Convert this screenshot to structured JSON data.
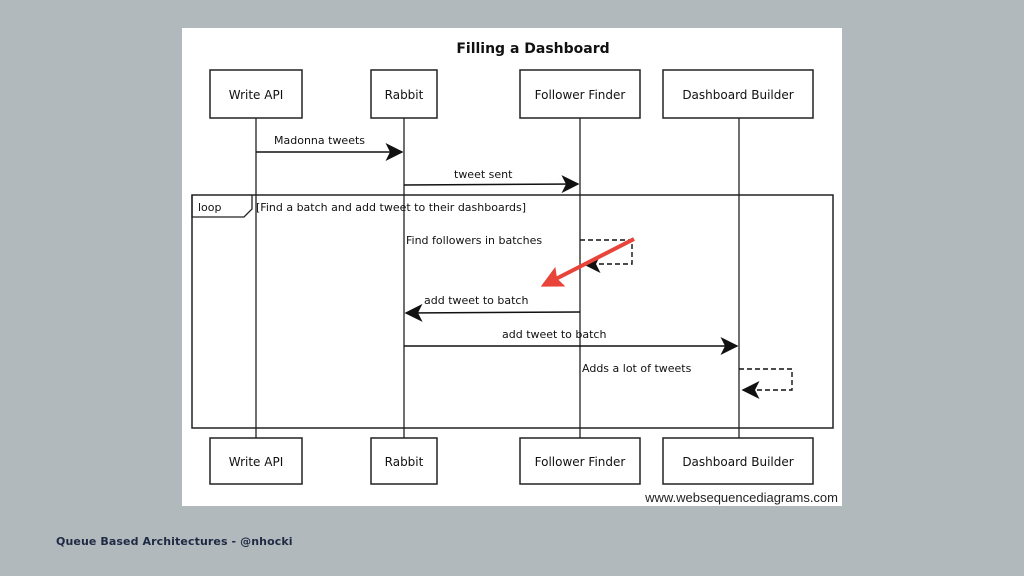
{
  "slide": {
    "footer": "Queue Based Architectures - @nhocki"
  },
  "diagram": {
    "title": "Filling a Dashboard",
    "participants": [
      "Write API",
      "Rabbit",
      "Follower Finder",
      "Dashboard Builder"
    ],
    "loop": {
      "tag": "loop",
      "condition": "[Find a batch and add tweet to their dashboards]"
    },
    "messages": [
      {
        "from": "Write API",
        "to": "Rabbit",
        "label": "Madonna tweets",
        "style": "solid"
      },
      {
        "from": "Rabbit",
        "to": "Follower Finder",
        "label": "tweet sent",
        "style": "solid"
      },
      {
        "from": "Follower Finder",
        "to": "Follower Finder",
        "label": "Find followers in batches",
        "style": "dashed"
      },
      {
        "from": "Follower Finder",
        "to": "Rabbit",
        "label": "add tweet to batch",
        "style": "solid"
      },
      {
        "from": "Rabbit",
        "to": "Dashboard Builder",
        "label": "add tweet to batch",
        "style": "solid"
      },
      {
        "from": "Dashboard Builder",
        "to": "Dashboard Builder",
        "label": "Adds a lot of tweets",
        "style": "dashed"
      }
    ],
    "highlight_arrow_color": "#e8443a",
    "watermark": "www.websequencediagrams.com"
  }
}
